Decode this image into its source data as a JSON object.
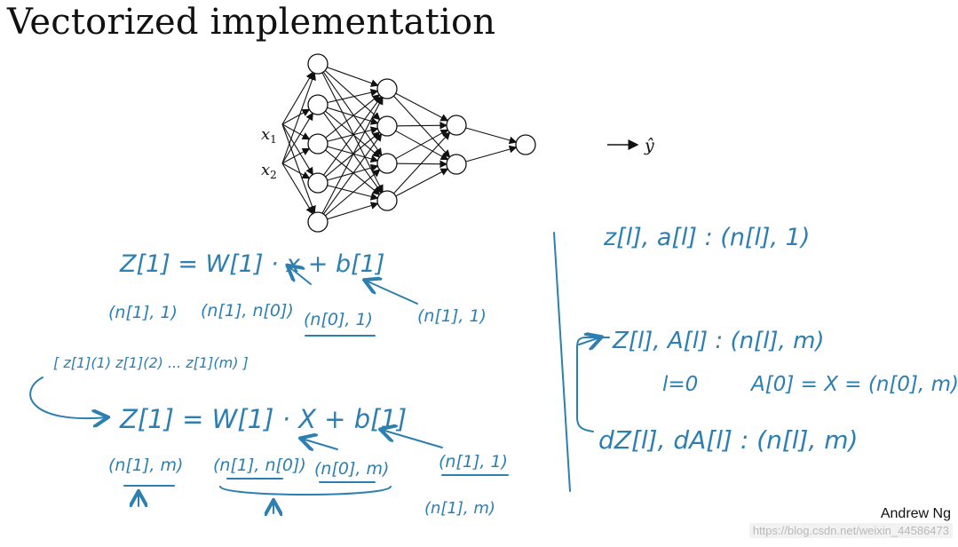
{
  "slide": {
    "title": "Vectorized implementation",
    "author": "Andrew Ng",
    "watermark": "https://blog.csdn.net/weixin_44586473"
  },
  "network": {
    "inputs": [
      "x1",
      "x2"
    ],
    "output": "ŷ",
    "layers": [
      5,
      4,
      2,
      1
    ]
  },
  "notes": {
    "eq1": "Z[1] = W[1] · x + b[1]",
    "eq1_dims": [
      "(n[1], 1)",
      "(n[1], n[0])",
      "(n[0], 1)",
      "(n[1], 1)"
    ],
    "stack_row": "[ z[1](1) z[1](2) ... z[1](m) ]",
    "eq2": "Z[1] = W[1] · X + b[1]",
    "eq2_dims": [
      "(n[1], m)",
      "(n[1], n[0])",
      "(n[0], m)",
      "(n[1], 1)"
    ],
    "broadcast_dim": "(n[1], m)",
    "right1": "z[l], a[l] : (n[l], 1)",
    "right2": "Z[l], A[l] : (n[l], m)",
    "right3a": "l=0",
    "right3b": "A[0] = X = (n[0], m)",
    "right4": "dZ[l], dA[l] : (n[l], m)"
  }
}
